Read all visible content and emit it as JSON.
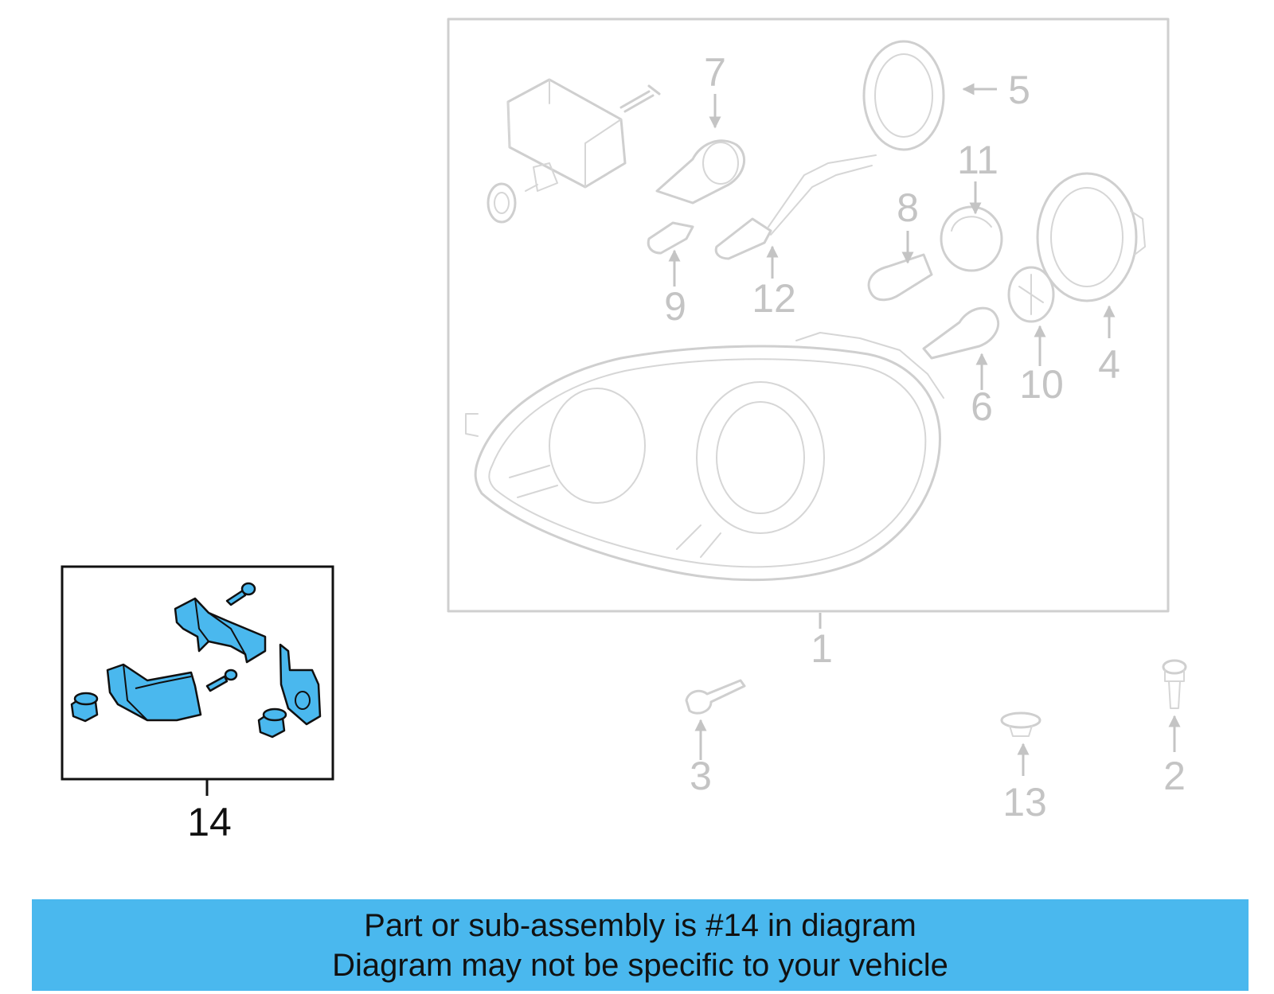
{
  "diagram": {
    "callouts": {
      "c1": "1",
      "c2": "2",
      "c3": "3",
      "c4": "4",
      "c5": "5",
      "c6": "6",
      "c7": "7",
      "c8": "8",
      "c9": "9",
      "c10": "10",
      "c11": "11",
      "c12": "12",
      "c13": "13",
      "c14": "14"
    },
    "highlighted_part": "14"
  },
  "banner": {
    "line1": "Part or sub-assembly is #14 in diagram",
    "line2": "Diagram may not be specific to your vehicle",
    "background_color": "#4ab8ee"
  },
  "colors": {
    "highlight": "#4ab8ee",
    "ghost_line": "#cfcfcf",
    "callout_grey": "#c4c4c4"
  }
}
